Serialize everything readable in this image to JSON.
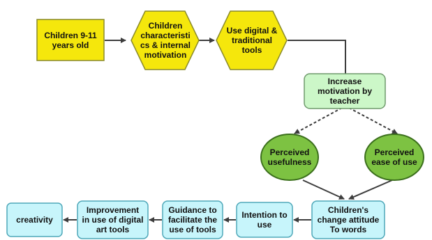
{
  "colors": {
    "yellow_fill": "#f5e70c",
    "yellow_stroke": "#8a8a2a",
    "mint_fill": "#ccf7c8",
    "mint_stroke": "#6f9a6c",
    "green_fill": "#7dc242",
    "green_stroke": "#3b6f1c",
    "cyan_fill": "#c7f5fb",
    "cyan_stroke": "#4fa8b9",
    "connector": "#3d3d3d"
  },
  "nodes": {
    "children_age": "Children 9-11\nyears old",
    "children_characteristics": "Children\ncharacteristi\ncs & internal\nmotivation",
    "digital_traditional_tools": "Use digital &\ntraditional\ntools",
    "teacher_motivation": "Increase\nmotivation by\nteacher",
    "perceived_usefulness": "Perceived\nusefulness",
    "perceived_ease_of_use": "Perceived\nease of use",
    "change_attitude": "Children's\nchange attitude\nTo words",
    "intention_to_use": "Intention to\nuse",
    "guidance": "Guidance to\nfacilitate the\nuse of tools",
    "improvement": "Improvement\nin use of digital\nart tools",
    "creativity": "creativity"
  }
}
